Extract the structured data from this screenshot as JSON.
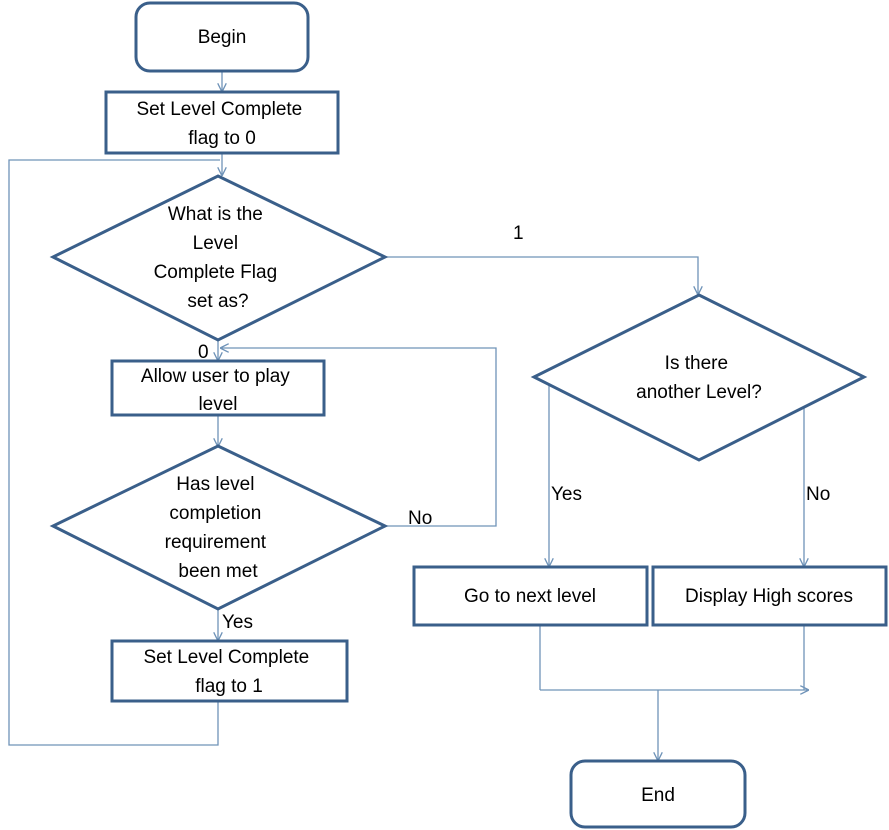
{
  "nodes": {
    "begin": "Begin",
    "set_flag_0": [
      "Set Level Complete",
      "flag to 0"
    ],
    "flag_question": [
      "What is the",
      "Level",
      "Complete Flag",
      "set as?"
    ],
    "play_level": [
      "Allow user to play",
      "level"
    ],
    "requirement_question": [
      "Has level",
      "completion",
      "requirement",
      "been met"
    ],
    "set_flag_1": [
      "Set Level Complete",
      "flag to 1"
    ],
    "another_level_question": [
      "Is there",
      "another Level?"
    ],
    "next_level": "Go to next level",
    "high_scores": "Display High scores",
    "end": "End"
  },
  "edge_labels": {
    "flag_is_1": "1",
    "flag_is_0": "0",
    "requirement_no": "No",
    "requirement_yes": "Yes",
    "another_yes": "Yes",
    "another_no": "No"
  },
  "colors": {
    "shape_stroke": "#3a5f8a",
    "connector": "#6f93b8",
    "text": "#000000",
    "background": "#ffffff"
  }
}
